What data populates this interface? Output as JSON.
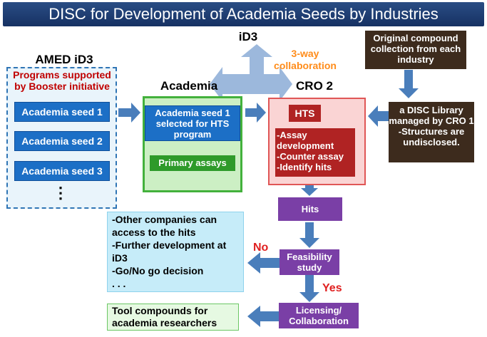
{
  "title": "DISC for Development of Academia Seeds by Industries",
  "amed": {
    "header": "AMED iD3",
    "programs": "Programs supported by Booster initiative",
    "seeds": [
      "Academia seed 1",
      "Academia seed 2",
      "Academia seed 3"
    ],
    "more": "⋮"
  },
  "academia": {
    "header": "Academia",
    "selected": "Academia seed 1 selected for HTS program",
    "assays": "Primary assays"
  },
  "id3": {
    "label": "iD3",
    "collab": "3-way collaboration"
  },
  "cro2": {
    "header": "CRO 2",
    "hts": "HTS",
    "tasks": [
      "-Assay development",
      "-Counter assay",
      "-Identify hits"
    ]
  },
  "industry": {
    "original": "Original compound collection from each industry",
    "library": "a DISC Library managed by CRO 1 -Structures are undisclosed."
  },
  "flow": {
    "hits": "Hits",
    "feasibility": "Feasibility study",
    "licensing": "Licensing/ Collaboration",
    "no": "No",
    "yes": "Yes"
  },
  "outcomes": {
    "no_items": [
      "-Other companies can access to the hits",
      "-Further development at iD3",
      "-Go/No go decision",
      ". . ."
    ],
    "tools": "Tool compounds for academia researchers"
  },
  "colors": {
    "arrow": "#4a7ebb",
    "collab": "#ff8c1a",
    "no_yes": "#e02020"
  }
}
